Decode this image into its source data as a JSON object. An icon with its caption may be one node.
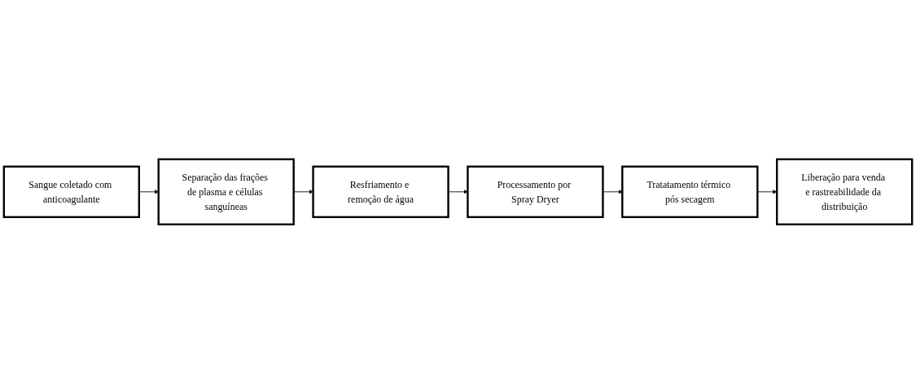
{
  "diagram": {
    "nodes": [
      {
        "text": [
          "Sangue coletado com anticoagulante"
        ]
      },
      {
        "text": [
          "Separação das frações de plasma e células sanguíneas"
        ]
      },
      {
        "text": [
          "Resfriamento e remoção de água"
        ]
      },
      {
        "text": [
          "Processamento por Spray Dryer"
        ]
      },
      {
        "text": [
          "Tratatamento térmico pós secagem"
        ]
      },
      {
        "text": [
          "Liberação para venda e rastreabilidade da distribuição"
        ]
      }
    ],
    "edges": [
      {
        "from": 0,
        "to": 1,
        "arrow": "to"
      },
      {
        "from": 1,
        "to": 2,
        "arrow": "to"
      },
      {
        "from": 2,
        "to": 3,
        "arrow": "to"
      },
      {
        "from": 3,
        "to": 4,
        "arrow": "to"
      },
      {
        "from": 4,
        "to": 5,
        "arrow": "to"
      }
    ]
  }
}
